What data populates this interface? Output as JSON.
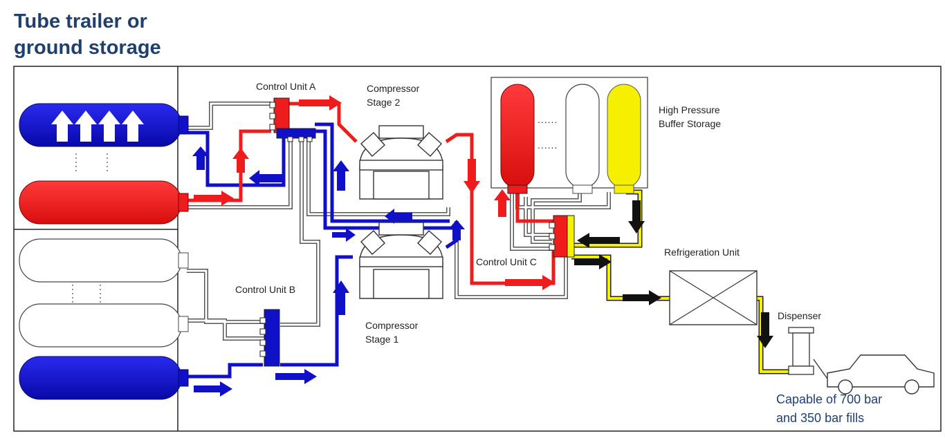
{
  "title": {
    "line1": "Tube trailer or",
    "line2": "ground storage"
  },
  "labels": {
    "control_unit_a": "Control Unit A",
    "control_unit_b": "Control Unit B",
    "control_unit_c": "Control Unit C",
    "compressor_stage_2_line1": "Compressor",
    "compressor_stage_2_line2": "Stage 2",
    "compressor_stage_1_line1": "Compressor",
    "compressor_stage_1_line2": "Stage 1",
    "buffer_line1": "High Pressure",
    "buffer_line2": "Buffer Storage",
    "refrigeration": "Refrigeration Unit",
    "dispenser": "Dispenser",
    "capability_line1": "Capable of 700 bar",
    "capability_line2": "and 350 bar fills"
  },
  "ellipsis": {
    "dots": "......"
  },
  "colors": {
    "title": "#1f3f6e",
    "blue": "#1010c8",
    "red": "#ee1c1c",
    "yellow": "#f5f000",
    "black": "#111111",
    "caption": "#1f3f6e"
  }
}
